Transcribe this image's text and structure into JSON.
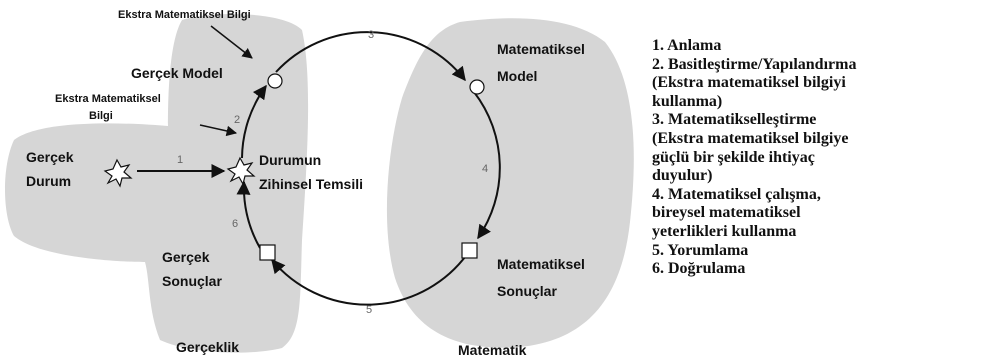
{
  "diagram": {
    "regions": {
      "reality": "Gerçeklik",
      "mathematics": "Matematik"
    },
    "nodes": {
      "real_situation": [
        "Gerçek",
        "Durum"
      ],
      "mental_representation": [
        "Durumun",
        "Zihinsel Temsili"
      ],
      "real_model": "Gerçek Model",
      "mathematical_model": [
        "Matematiksel",
        "Model"
      ],
      "mathematical_results": [
        "Matematiksel",
        "Sonuçlar"
      ],
      "real_results": [
        "Gerçek",
        "Sonuçlar"
      ]
    },
    "annotations": {
      "extra_math_top": "Ekstra Matematiksel Bilgi",
      "extra_math_left": [
        "Ekstra Matematiksel",
        "Bilgi"
      ]
    },
    "step_numbers": [
      "1",
      "2",
      "3",
      "4",
      "5",
      "6"
    ]
  },
  "legend": [
    "1. Anlama",
    "2. Basitleştirme/Yapılandırma",
    "(Ekstra matematiksel bilgiyi",
    "kullanma)",
    "3. Matematikselleştirme",
    "(Ekstra matematiksel bilgiye",
    "güçlü bir şekilde ihtiyaç",
    "duyulur)",
    "4. Matematiksel çalışma,",
    "bireysel matematiksel",
    "yeterlikleri kullanma",
    "5. Yorumlama",
    "6. Doğrulama"
  ],
  "colors": {
    "region_fill": "#d6d6d6",
    "stroke": "#111111"
  }
}
